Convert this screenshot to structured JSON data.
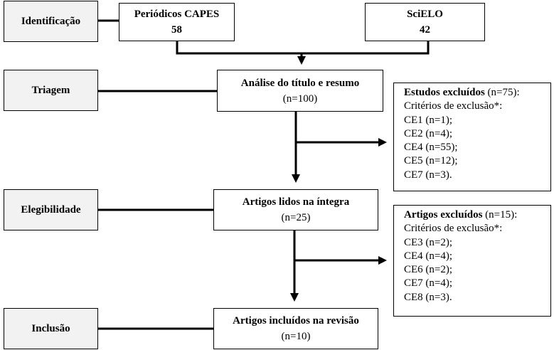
{
  "stages": {
    "identificacao": "Identificação",
    "triagem": "Triagem",
    "elegibilidade": "Elegibilidade",
    "inclusao": "Inclusão"
  },
  "sources": {
    "capes": {
      "title": "Periódicos CAPES",
      "count": "58"
    },
    "scielo": {
      "title": "SciELO",
      "count": "42"
    }
  },
  "steps": {
    "triagem": {
      "title": "Análise do título e resumo",
      "count": "(n=100)"
    },
    "elegibilidade": {
      "title": "Artigos lidos na íntegra",
      "count": "(n=25)"
    },
    "inclusao": {
      "title": "Artigos incluídos na revisão",
      "count": "(n=10)"
    }
  },
  "exclusions": {
    "triagem": {
      "title": "Estudos excluídos",
      "total": " (n=75):",
      "criteria_label": "Critérios de exclusão*:",
      "items": [
        "CE1 (n=1);",
        "CE2 (n=4);",
        "CE4 (n=55);",
        "CE5 (n=12);",
        "CE7 (n=3)."
      ]
    },
    "elegibilidade": {
      "title": "Artigos excluídos",
      "total": " (n=15):",
      "criteria_label": "Critérios de exclusão*:",
      "items": [
        "CE3 (n=2);",
        "CE4 (n=4);",
        "CE6 (n=2);",
        "CE7 (n=4);",
        "CE8 (n=3)."
      ]
    }
  }
}
